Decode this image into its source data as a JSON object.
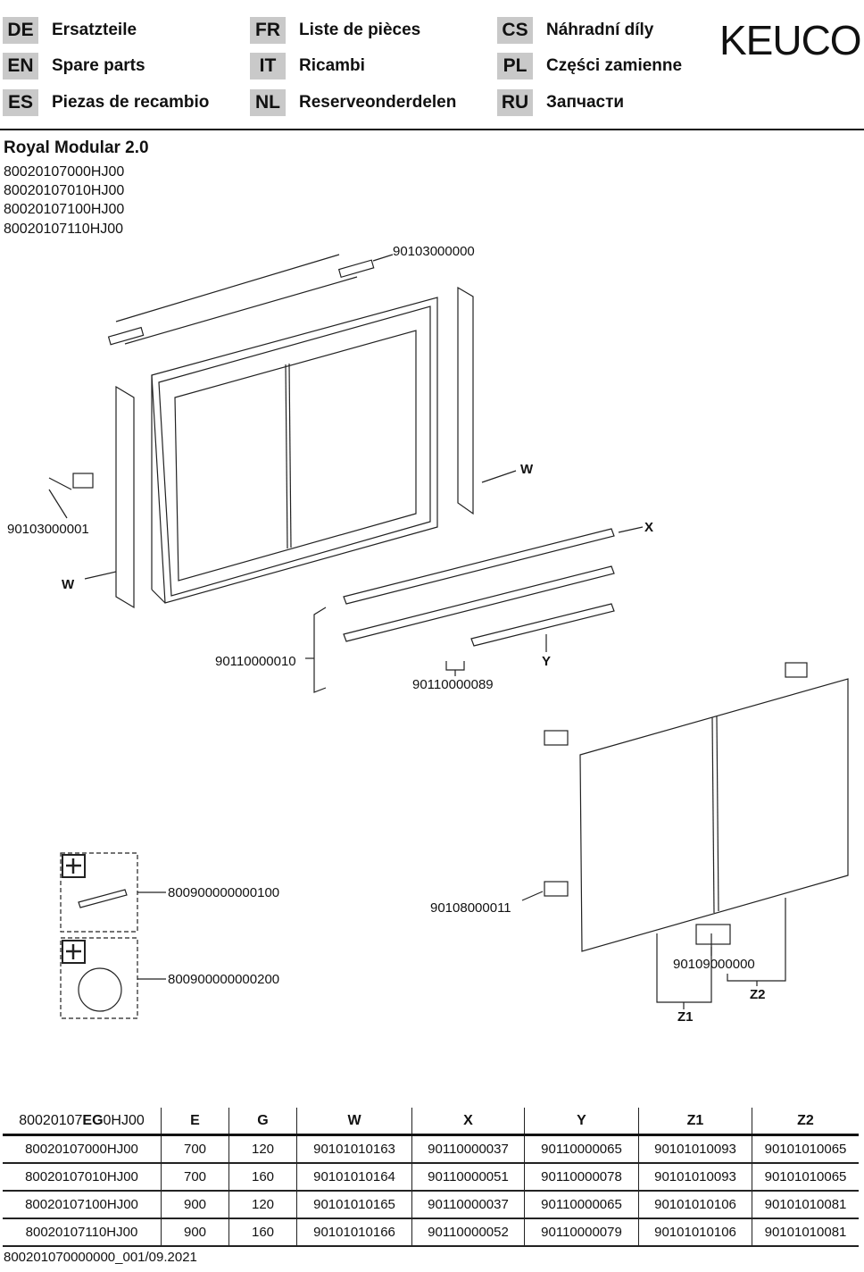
{
  "languages": [
    {
      "code": "DE",
      "text": "Ersatzteile"
    },
    {
      "code": "EN",
      "text": "Spare parts"
    },
    {
      "code": "ES",
      "text": "Piezas de recambio"
    },
    {
      "code": "FR",
      "text": "Liste de pièces"
    },
    {
      "code": "IT",
      "text": "Ricambi"
    },
    {
      "code": "NL",
      "text": "Reserveonderdelen"
    },
    {
      "code": "CS",
      "text": "Náhradní díly"
    },
    {
      "code": "PL",
      "text": "Części zamienne"
    },
    {
      "code": "RU",
      "text": "Запчасти"
    }
  ],
  "brand": "KEUCO",
  "product": {
    "title": "Royal Modular 2.0",
    "codes": [
      "80020107000HJ00",
      "80020107010HJ00",
      "80020107100HJ00",
      "80020107110HJ00"
    ]
  },
  "diagram_labels": {
    "top_bracket": "90103000000",
    "side_bracket": "90103000001",
    "w_right": "W",
    "w_left": "W",
    "x": "X",
    "y": "Y",
    "shelf_holder": "90110000010",
    "shelf_clip": "90110000089",
    "hinge": "90108000011",
    "bottom_part": "90109000000",
    "z1": "Z1",
    "z2": "Z2",
    "accessory1": "800900000000100",
    "accessory2": "800900000000200"
  },
  "table": {
    "header_first": {
      "prefix": "80020107",
      "bold": "EG",
      "suffix": "0HJ00"
    },
    "headers": [
      "E",
      "G",
      "W",
      "X",
      "Y",
      "Z1",
      "Z2"
    ],
    "rows": [
      [
        "80020107000HJ00",
        "700",
        "120",
        "90101010163",
        "90110000037",
        "90110000065",
        "90101010093",
        "90101010065"
      ],
      [
        "80020107010HJ00",
        "700",
        "160",
        "90101010164",
        "90110000051",
        "90110000078",
        "90101010093",
        "90101010065"
      ],
      [
        "80020107100HJ00",
        "900",
        "120",
        "90101010165",
        "90110000037",
        "90110000065",
        "90101010106",
        "90101010081"
      ],
      [
        "80020107110HJ00",
        "900",
        "160",
        "90101010166",
        "90110000052",
        "90110000079",
        "90101010106",
        "90101010081"
      ]
    ]
  },
  "footer": "800201070000000_001/09.2021"
}
